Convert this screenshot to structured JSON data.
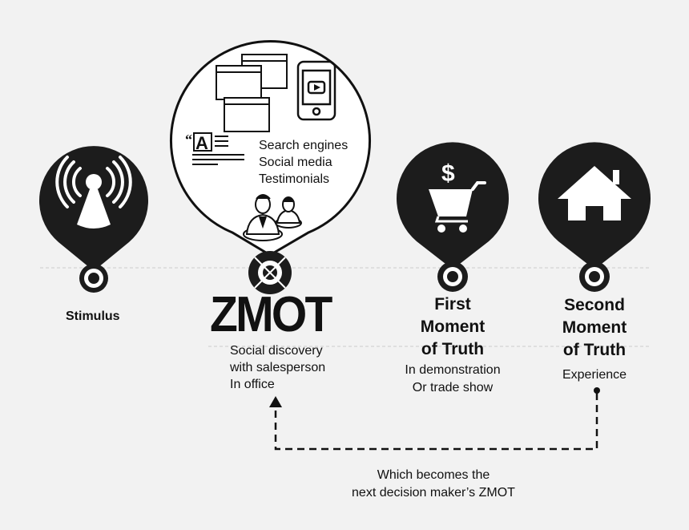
{
  "stages": {
    "stimulus": {
      "label": "Stimulus"
    },
    "zmot": {
      "logo_text": "ZMOT",
      "channels": [
        "Search engines",
        "Social media",
        "Testimonials"
      ],
      "details": [
        "Social discovery",
        "with salesperson",
        "In office"
      ]
    },
    "fmot": {
      "title": [
        "First",
        "Moment",
        "of Truth"
      ],
      "details": [
        "In demonstration",
        "Or trade show"
      ]
    },
    "smot": {
      "title": [
        "Second",
        "Moment",
        "of Truth"
      ],
      "details": [
        "Experience"
      ]
    }
  },
  "feedback_note": [
    "Which becomes the",
    "next decision maker’s ZMOT"
  ],
  "icons": [
    "broadcast-antenna-icon",
    "browser-windows-icon",
    "smartphone-video-icon",
    "article-quote-icon",
    "people-icon",
    "dollar-cart-icon",
    "house-icon"
  ],
  "colors": {
    "background": "#f2f2f2",
    "ink": "#111111",
    "pin": "#1c1c1c",
    "guide_line": "#cccccc"
  }
}
